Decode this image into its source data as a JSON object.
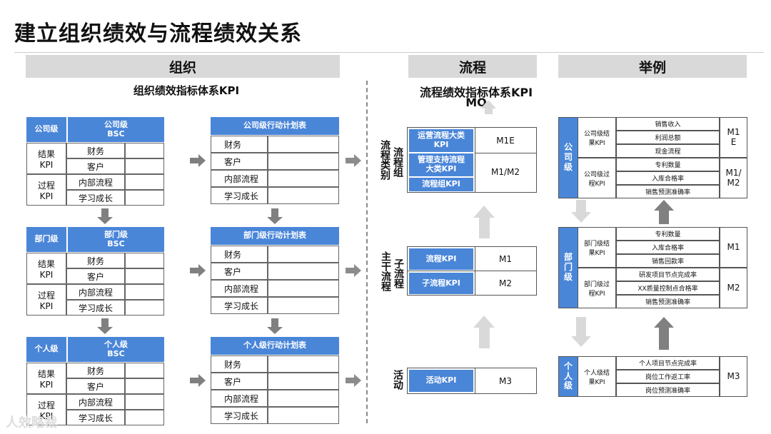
{
  "title": "建立组织绩效与流程绩效关系",
  "headers": {
    "org": "组织",
    "process": "流程",
    "example": "举例"
  },
  "subtitles": {
    "org": "组织绩效指标体系KPI",
    "process_line1": "流程绩效指标体系KPI",
    "process_line2": "MO"
  },
  "levels": [
    {
      "label": "公司级",
      "bsc": "公司级\nBSC",
      "plan": "公司级行动计划表"
    },
    {
      "label": "部门级",
      "bsc": "部门级\nBSC",
      "plan": "部门级行动计划表"
    },
    {
      "label": "个人级",
      "bsc": "个人级\nBSC",
      "plan": "个人级行动计划表"
    }
  ],
  "bsc_rows": {
    "result": "结果\nKPI",
    "process": "过程\nKPI",
    "finance": "财务",
    "customer": "客户",
    "internal": "内部流程",
    "learning": "学习成长"
  },
  "process_labels": {
    "group_left": "流程\n类别",
    "group_right": "流程组",
    "main_left": "主干\n流程",
    "main_right": "子流程",
    "activity": "活动"
  },
  "process_blocks": {
    "top": [
      {
        "name": "运营流程大类\nKPI",
        "m": "M1E"
      },
      {
        "name": "管理支持流程\n大类KPI",
        "m": "M1/M2"
      },
      {
        "name": "流程组KPI",
        "m": ""
      }
    ],
    "mid": [
      {
        "name": "流程KPI",
        "m": "M1"
      },
      {
        "name": "子流程KPI",
        "m": "M2"
      }
    ],
    "bot": [
      {
        "name": "活动KPI",
        "m": "M3"
      }
    ]
  },
  "example": {
    "company": {
      "label": "公\n司\n级",
      "g1": "公司级结\n果KPI",
      "g1items": [
        "销售收入",
        "利润总额",
        "现金流程"
      ],
      "g1m": "M1\nE",
      "g2": "公司级过\n程KPI",
      "g2items": [
        "专利数量",
        "入库合格率",
        "销售预测准确率"
      ],
      "g2m": "M1/\nM2"
    },
    "dept": {
      "label": "部\n门\n级",
      "g1": "部门级结\n果KPI",
      "g1items": [
        "专利数量",
        "入库合格率",
        "销售回款率"
      ],
      "g1m": "M1",
      "g2": "部门级过\n程KPI",
      "g2items": [
        "研发项目节点完成率",
        "XX质量控制点合格率",
        "销售预测准确率"
      ],
      "g2m": "M2"
    },
    "personal": {
      "label": "个\n人\n级",
      "g1": "个人级结\n果KPI",
      "g1items": [
        "个人项目节点完成率",
        "岗位工作返工率",
        "岗位预测准确率"
      ],
      "g1m": "M3"
    }
  },
  "watermark": "人效略裁"
}
